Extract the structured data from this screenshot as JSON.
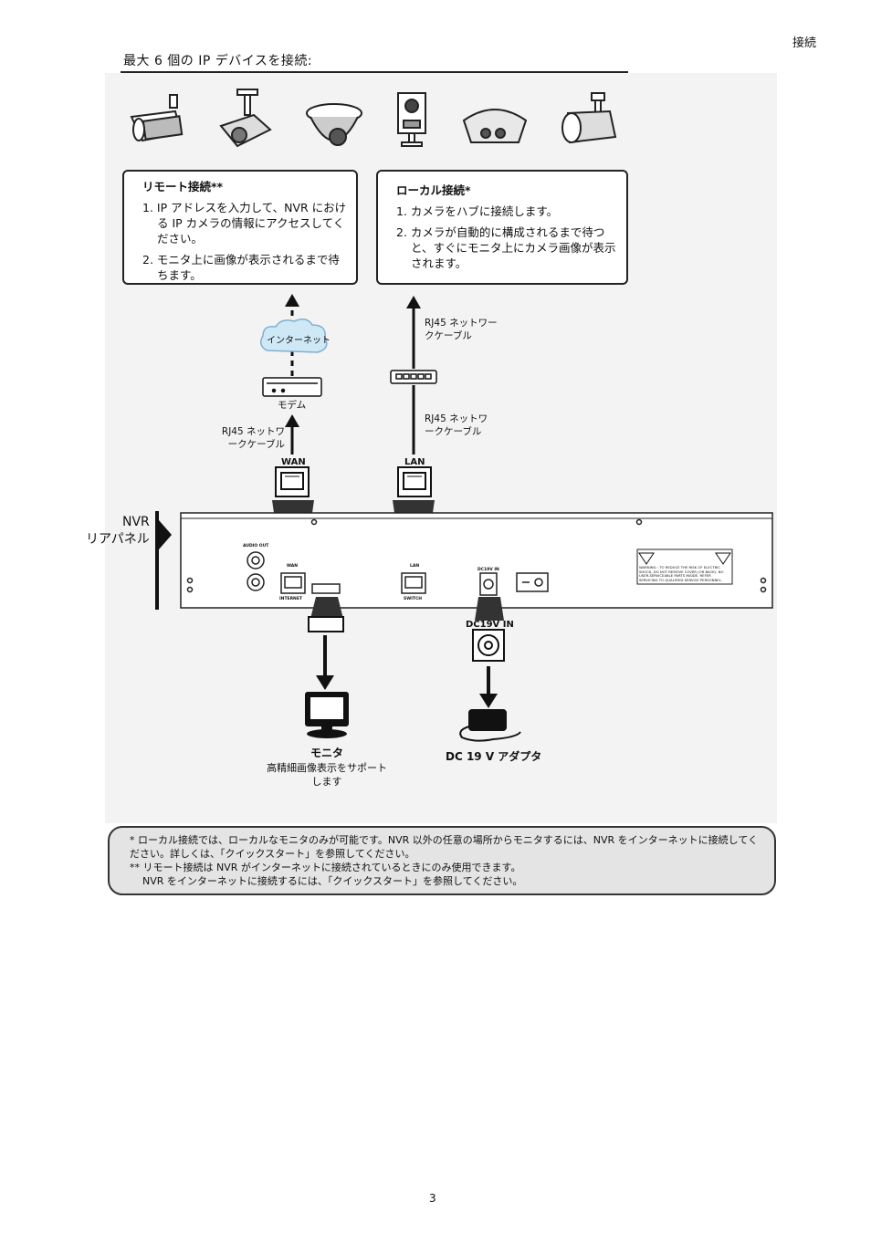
{
  "header": {
    "section": "接続"
  },
  "title": "最大 6 個の IP デバイスを接続:",
  "cameras": [
    "bullet-camera-icon",
    "ceiling-camera-icon",
    "dome-camera-icon",
    "cube-camera-icon",
    "panoramic-camera-icon",
    "box-camera-icon"
  ],
  "remote": {
    "title": "リモート接続**",
    "items": [
      "1. IP アドレスを入力して、NVR における IP カメラの情報にアクセスしてください。",
      "2. モニタ上に画像が表示されるまで待ちます。"
    ]
  },
  "local": {
    "title": "ローカル接続*",
    "items": [
      "1. カメラをハブに接続します。",
      "2. カメラが自動的に構成されるまで待つと、すぐにモニタ上にカメラ画像が表示されます。"
    ]
  },
  "labels": {
    "internet": "インターネット",
    "modem": "モデム",
    "rj45_hub_top": "RJ45 ネットワークケーブル",
    "rj45_wan": "RJ45 ネットワークケーブル",
    "rj45_lan": "RJ45 ネットワークケーブル",
    "wan": "WAN",
    "lan": "LAN",
    "nvr_rear_line1": "NVR",
    "nvr_rear_line2": "リアパネル",
    "panel_audio_out": "AUDIO OUT",
    "panel_wan": "WAN",
    "panel_internet": "INTERNET",
    "panel_lan": "LAN",
    "panel_switch": "SWITCH",
    "panel_dc": "DC19V IN",
    "dc19v_in": "DC19V IN",
    "monitor_title": "モニタ",
    "monitor_desc": "高精細画像表示をサポートします",
    "adapter": "DC 19 V アダプタ",
    "warning_label": "WARNING : TO REDUCE THE RISK OF ELECTRIC SHOCK, DO NOT REMOVE COVER (OR BACK). NO USER-SERVICEABLE PARTS INSIDE. REFER SERVICING TO QUALIFIED SERVICE PERSONNEL."
  },
  "footnote": {
    "line1": "*  ローカル接続では、ローカルなモニタのみが可能です。NVR 以外の任意の場所からモニタするには、NVR をインターネットに接続してください。詳しくは、「クイックスタート」を参照してください。",
    "line2": "** リモート接続は NVR がインターネットに接続されているときにのみ使用できます。",
    "line3": "NVR をインターネットに接続するには、「クイックスタート」を参照してください。"
  },
  "page_number": "3"
}
